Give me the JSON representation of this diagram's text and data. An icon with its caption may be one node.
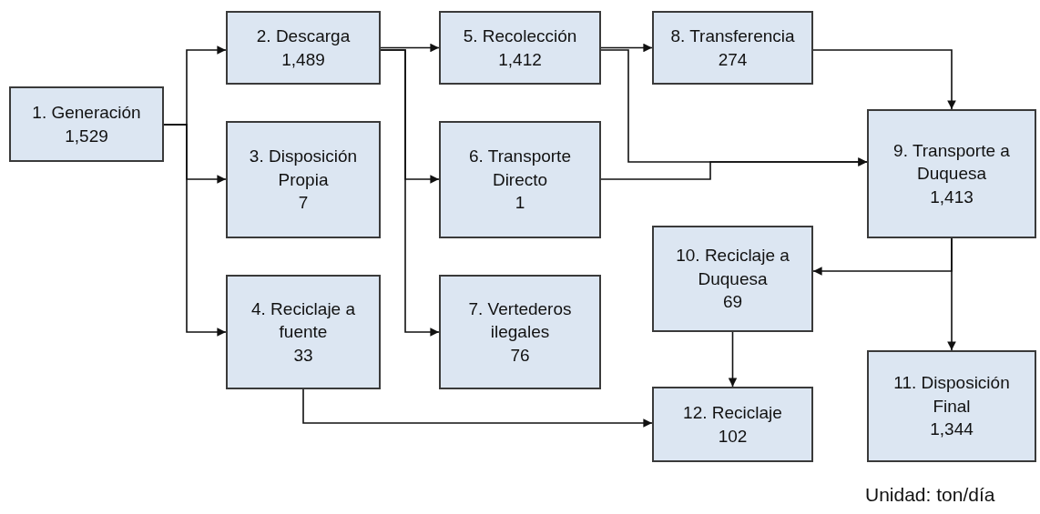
{
  "diagram": {
    "nodes": [
      {
        "text": [
          "1. Generación",
          "1,529"
        ]
      },
      {
        "text": [
          "2. Descarga",
          "1,489"
        ]
      },
      {
        "text": [
          "3. Disposición Propia",
          "7"
        ]
      },
      {
        "text": [
          "4. Reciclaje a fuente",
          "33"
        ]
      },
      {
        "text": [
          "5. Recolección",
          "1,412"
        ]
      },
      {
        "text": [
          "6. Transporte Directo",
          "1"
        ]
      },
      {
        "text": [
          "7. Vertederos ilegales",
          "76"
        ]
      },
      {
        "text": [
          "8. Transferencia",
          "274"
        ]
      },
      {
        "text": [
          "9. Transporte a Duquesa",
          "1,413"
        ]
      },
      {
        "text": [
          "10. Reciclaje a Duquesa",
          "69"
        ]
      },
      {
        "text": [
          "11. Disposición Final",
          "1,344"
        ]
      },
      {
        "text": [
          "12. Reciclaje",
          "102"
        ]
      }
    ],
    "edges": [
      {
        "from": 0,
        "to": 1,
        "arrow": "to"
      },
      {
        "from": 0,
        "to": 2,
        "arrow": "to"
      },
      {
        "from": 0,
        "to": 3,
        "arrow": "to"
      },
      {
        "from": 1,
        "to": 4,
        "arrow": "to"
      },
      {
        "from": 1,
        "to": 5,
        "arrow": "to"
      },
      {
        "from": 1,
        "to": 6,
        "arrow": "to"
      },
      {
        "from": 4,
        "to": 7,
        "arrow": "to"
      },
      {
        "from": 4,
        "to": 8,
        "arrow": "to"
      },
      {
        "from": 5,
        "to": 8,
        "arrow": "to"
      },
      {
        "from": 7,
        "to": 8,
        "arrow": "to"
      },
      {
        "from": 8,
        "to": 9,
        "arrow": "to"
      },
      {
        "from": 8,
        "to": 10,
        "arrow": "to"
      },
      {
        "from": 9,
        "to": 11,
        "arrow": "to"
      },
      {
        "from": 3,
        "to": 11,
        "arrow": "to"
      }
    ],
    "labels": [
      "Unidad: ton/día"
    ]
  }
}
